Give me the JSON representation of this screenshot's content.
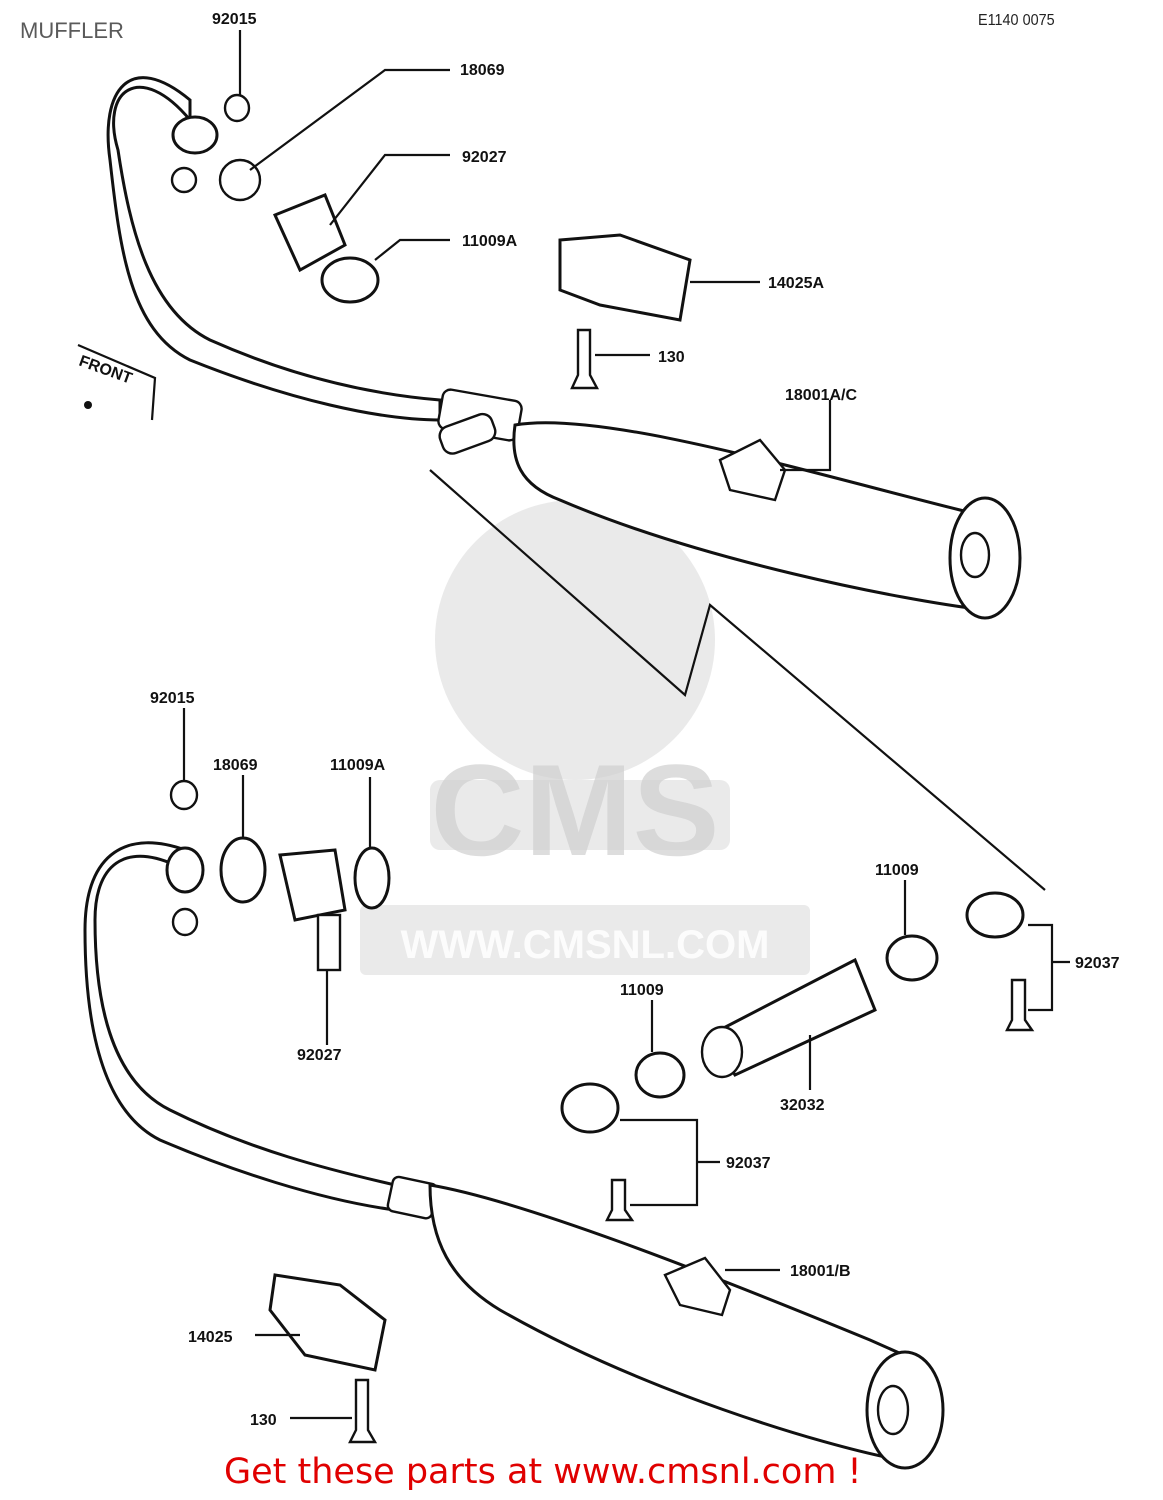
{
  "header": {
    "title": "MUFFLER",
    "drawing_number": "E1140 0075"
  },
  "front_marker": "FRONT",
  "watermark": {
    "brand": "CMS",
    "url": "WWW.CMSNL.COM"
  },
  "upper_assembly": {
    "labels": {
      "p92015": "92015",
      "p18069": "18069",
      "p92027": "92027",
      "p11009A": "11009A",
      "p14025A": "14025A",
      "p130": "130",
      "p18001AC": "18001A/C"
    }
  },
  "lower_assembly": {
    "labels": {
      "p92015": "92015",
      "p18069": "18069",
      "p11009A": "11009A",
      "p92027": "92027",
      "p11009_right": "11009",
      "p92037_right": "92037",
      "p11009_left": "11009",
      "p32032": "32032",
      "p92037_left": "92037",
      "p18001B": "18001/B",
      "p14025": "14025",
      "p130": "130"
    }
  },
  "footer": {
    "cta": "Get these parts at www.cmsnl.com !"
  }
}
